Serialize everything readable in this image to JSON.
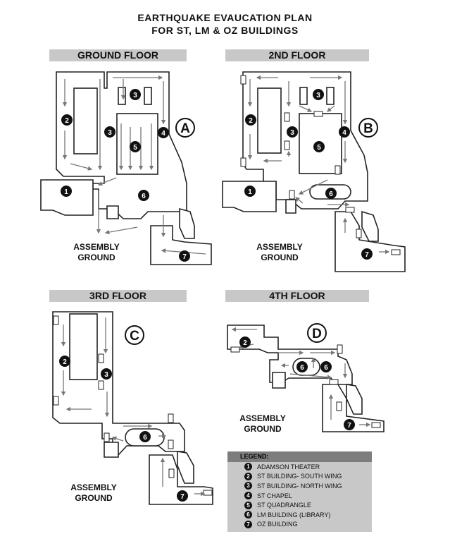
{
  "title": {
    "line1": "EARTHQUAKE EVAUCATION PLAN",
    "line2": "FOR ST, LM & OZ BUILDINGS"
  },
  "floors": [
    {
      "header": "GROUND FLOOR",
      "letter": "A",
      "assembly": [
        "ASSEMBLY",
        "GROUND"
      ]
    },
    {
      "header": "2ND FLOOR",
      "letter": "B",
      "assembly": [
        "ASSEMBLY",
        "GROUND"
      ]
    },
    {
      "header": "3RD FLOOR",
      "letter": "C",
      "assembly": [
        "ASSEMBLY",
        "GROUND"
      ]
    },
    {
      "header": "4TH FLOOR",
      "letter": "D",
      "assembly": [
        "ASSEMBLY",
        "GROUND"
      ]
    }
  ],
  "legend": {
    "title": "LEGEND:",
    "items": [
      {
        "num": "1",
        "label": "ADAMSON THEATER"
      },
      {
        "num": "2",
        "label": "ST BUILDING- SOUTH WING"
      },
      {
        "num": "3",
        "label": "ST BUILDING- NORTH WING"
      },
      {
        "num": "4",
        "label": "ST CHAPEL"
      },
      {
        "num": "5",
        "label": "ST QUADRANGLE"
      },
      {
        "num": "6",
        "label": "LM BUILDING (LIBRARY)"
      },
      {
        "num": "7",
        "label": "OZ BUILDING"
      }
    ]
  },
  "colors": {
    "header_bg": "#c8c8c8",
    "legend_bg": "#c8c8c8",
    "legend_head_bg": "#7d7d7d",
    "marker": "#111111",
    "arrow": "#777777"
  }
}
